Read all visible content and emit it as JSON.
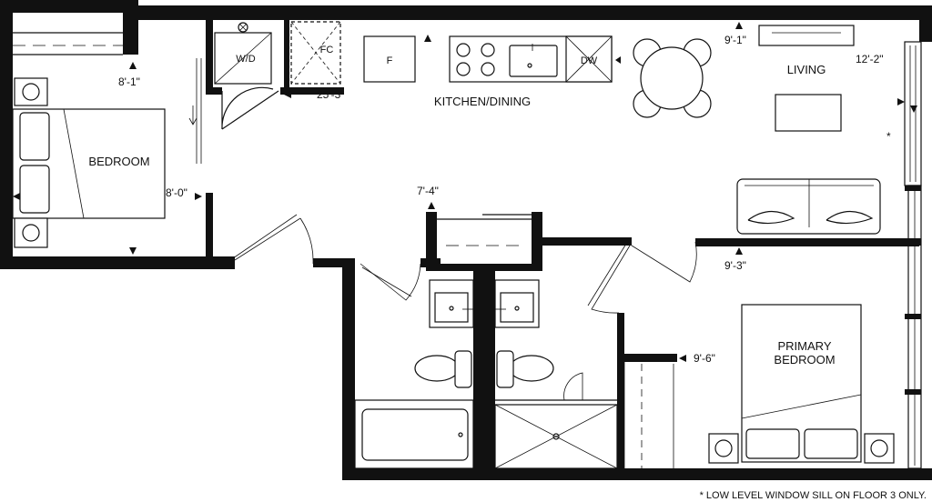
{
  "rooms": {
    "bedroom": "BEDROOM",
    "kitchen_dining": "KITCHEN/DINING",
    "living": "LIVING",
    "primary_bedroom_line1": "PRIMARY",
    "primary_bedroom_line2": "BEDROOM"
  },
  "fixtures": {
    "washer_dryer": "W/D",
    "fridge": "F",
    "dishwasher": "DW",
    "fan_coil": "FC"
  },
  "dimensions": {
    "bedroom_width": "8'-1\"",
    "kitchen_length": "25'-3\"",
    "bedroom_depth": "8'-0\"",
    "hall_width": "7'-4\"",
    "living_width": "9'-1\"",
    "living_depth": "12'-2\"",
    "primary_width": "9'-3\"",
    "primary_depth": "9'-6\""
  },
  "marks": {
    "asterisk": "*"
  },
  "footnote": "* LOW LEVEL WINDOW SILL ON FLOOR 3 ONLY."
}
